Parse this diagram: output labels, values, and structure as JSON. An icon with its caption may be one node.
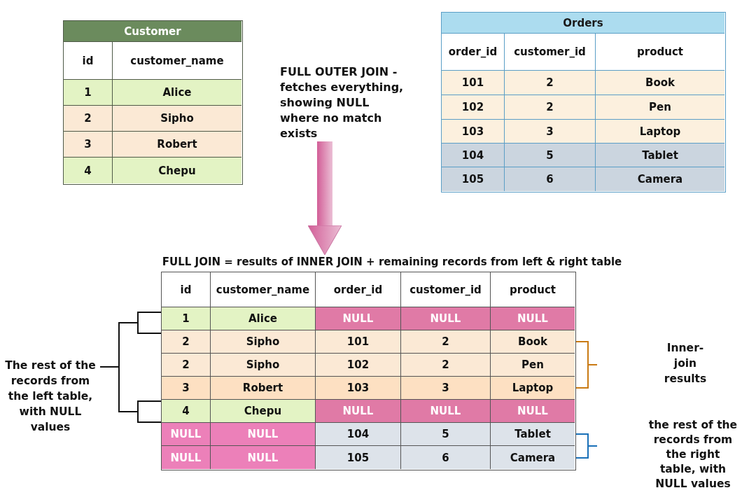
{
  "diagram": {
    "nodes": [
      {
        "text": [
          "Customer"
        ]
      },
      {
        "text": [
          "FULL OUTER JOIN - fetches everything, showing NULL where no match exists"
        ]
      },
      {
        "text": [
          "Orders"
        ]
      },
      {
        "text": [
          "FULL JOIN = results of INNER JOIN + remaining records from left & right table"
        ]
      }
    ],
    "edges": [
      {
        "from": 1,
        "to": 3,
        "arrow": "to"
      }
    ],
    "labels": [
      "id",
      "customer_name",
      "1",
      "Alice",
      "2",
      "Sipho",
      "3",
      "Robert",
      "4",
      "Chepu",
      "order_id",
      "customer_id",
      "product",
      "101",
      "2",
      "Book",
      "102",
      "2",
      "Pen",
      "103",
      "3",
      "Laptop",
      "104",
      "5",
      "Tablet",
      "105",
      "6",
      "Camera",
      "id",
      "customer_name",
      "order_id",
      "customer_id",
      "product",
      "1",
      "Alice",
      "NULL",
      "NULL",
      "NULL",
      "2",
      "Sipho",
      "101",
      "2",
      "Book",
      "2",
      "Sipho",
      "102",
      "2",
      "Pen",
      "3",
      "Robert",
      "103",
      "3",
      "Laptop",
      "4",
      "Chepu",
      "NULL",
      "NULL",
      "NULL",
      "NULL",
      "NULL",
      "104",
      "5",
      "Tablet",
      "NULL",
      "NULL",
      "105",
      "6",
      "Camera",
      "The rest of the records from the left table, with NULL values",
      "Inner-join results",
      "the rest of the records from the right table, with NULL values"
    ]
  }
}
